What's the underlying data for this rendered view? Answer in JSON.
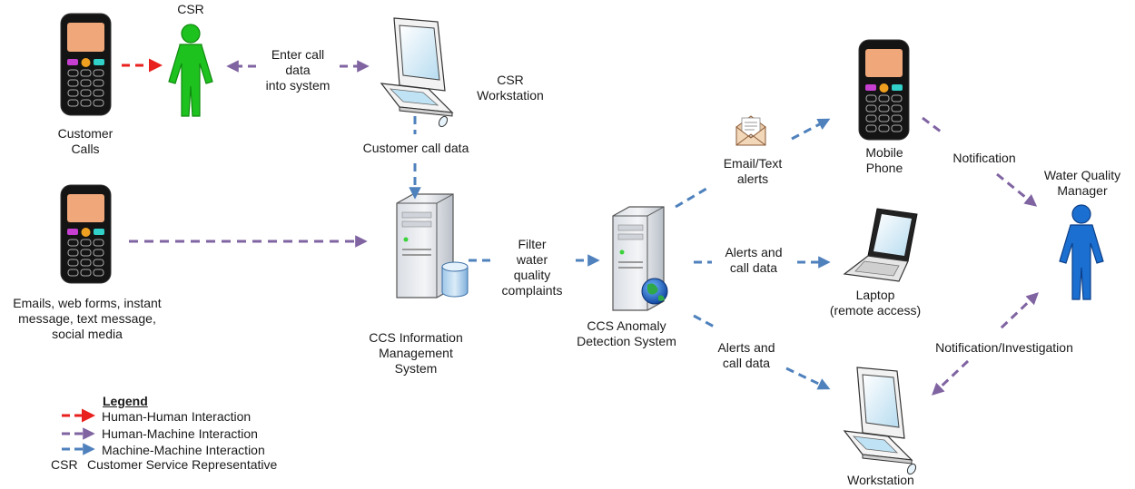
{
  "nodes": {
    "csr_title": "CSR",
    "customer_calls": "Customer\nCalls",
    "enter_call_data": "Enter call\ndata\ninto system",
    "csr_workstation": "CSR\nWorkstation",
    "customer_call_data": "Customer call data",
    "emails_sources": "Emails, web forms, instant\nmessage, text message,\nsocial media",
    "ccs_info_mgmt": "CCS Information\nManagement\nSystem",
    "filter_complaints": "Filter\nwater\nquality\ncomplaints",
    "ccs_anomaly": "CCS Anomaly\nDetection System",
    "email_text_alerts": "Email/Text\nalerts",
    "alerts_call_data_1": "Alerts and\ncall data",
    "alerts_call_data_2": "Alerts and\ncall data",
    "mobile_phone": "Mobile\nPhone",
    "laptop": "Laptop\n(remote access)",
    "workstation": "Workstation",
    "notification": "Notification",
    "notification_investigation": "Notification/Investigation",
    "wq_manager": "Water Quality\nManager"
  },
  "legend": {
    "title": "Legend",
    "human_human": "Human-Human Interaction",
    "human_machine": "Human-Machine Interaction",
    "machine_machine": "Machine-Machine Interaction",
    "csr_abbr": "CSR",
    "csr_full": "Customer Service Representative"
  },
  "colors": {
    "human_human": "#e8201e",
    "human_machine": "#8064a2",
    "machine_machine": "#4f81bd",
    "person_green": "#1ec21e",
    "person_blue": "#1a6fd0"
  }
}
